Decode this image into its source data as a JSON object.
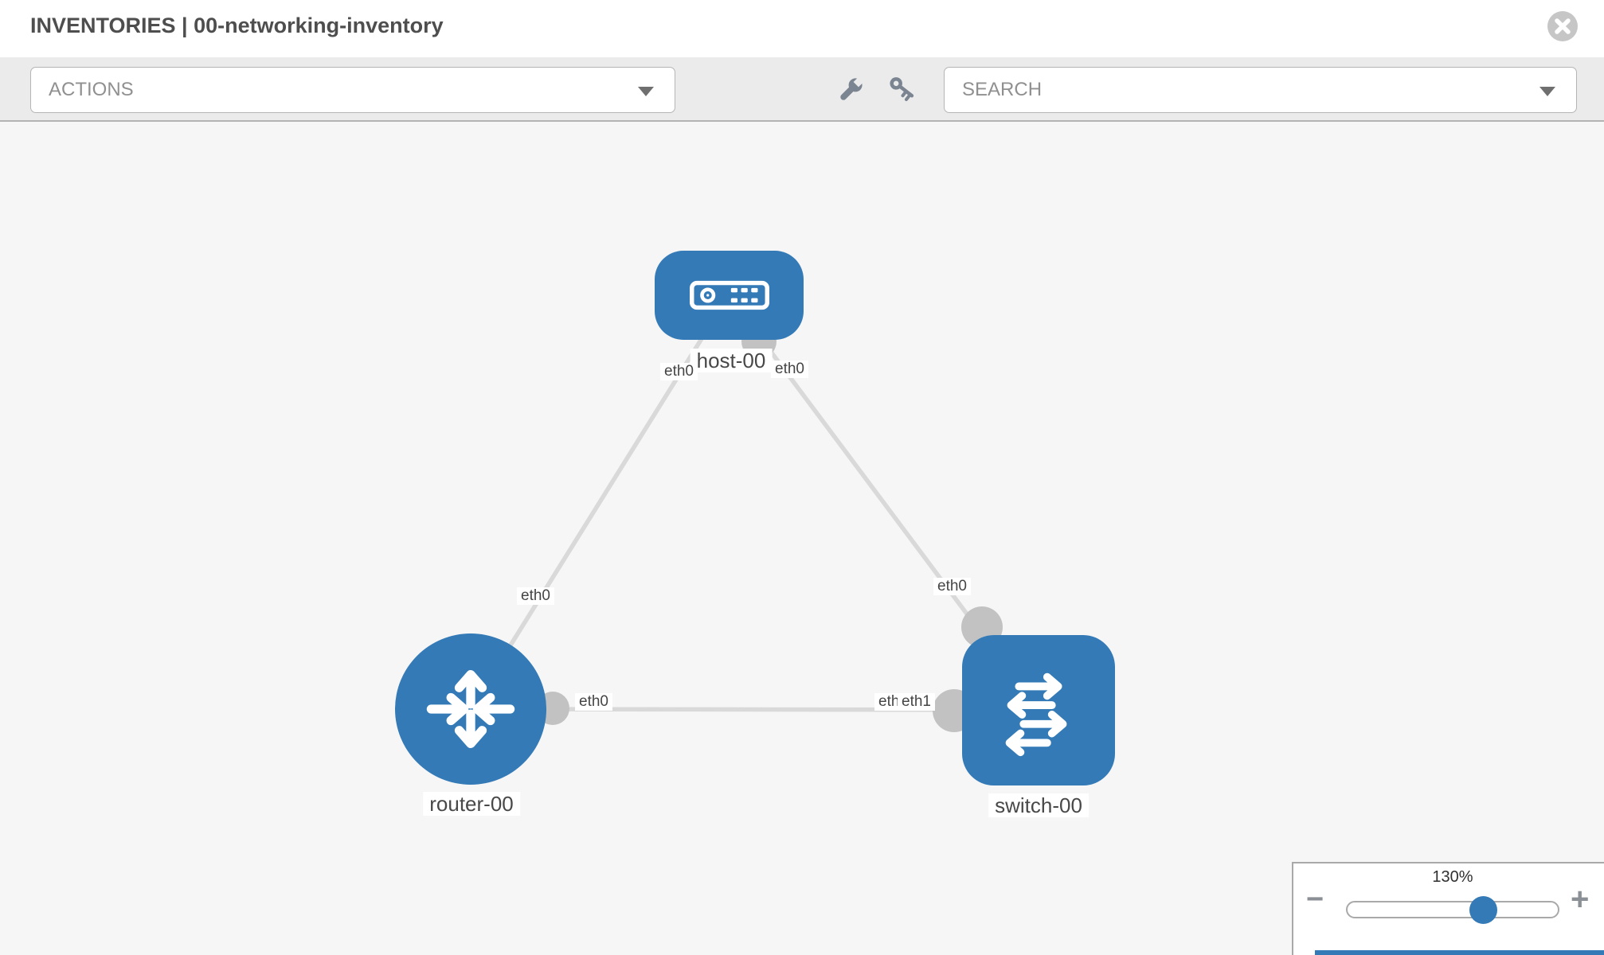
{
  "header": {
    "title": "INVENTORIES | 00-networking-inventory"
  },
  "toolbar": {
    "actions_placeholder": "ACTIONS",
    "search_placeholder": "SEARCH",
    "icons": [
      "wrench-icon",
      "key-icon"
    ]
  },
  "topology": {
    "nodes": [
      {
        "label": "host-00",
        "type": "host"
      },
      {
        "label": "router-00",
        "type": "router"
      },
      {
        "label": "switch-00",
        "type": "switch"
      }
    ],
    "links": [
      {
        "from": "host-00",
        "to": "router-00",
        "from_interface": "eth0",
        "to_interface": "eth0"
      },
      {
        "from": "host-00",
        "to": "switch-00",
        "from_interface": "eth0",
        "to_interface": "eth0"
      },
      {
        "from": "router-00",
        "to": "switch-00",
        "from_interface": "eth0",
        "to_interface": "eth1"
      }
    ],
    "interface_labels": [
      {
        "text": "eth0",
        "position": "host-left"
      },
      {
        "text": "eth0",
        "position": "host-right"
      },
      {
        "text": "eth0",
        "position": "router-top"
      },
      {
        "text": "eth0",
        "position": "switch-top"
      },
      {
        "text": "eth0",
        "position": "link-bottom-near-router"
      },
      {
        "text": "eth0",
        "position": "link-bottom-near-switch-under"
      },
      {
        "text": "eth1",
        "position": "link-bottom-near-switch-over"
      }
    ]
  },
  "zoom_control": {
    "level": "130%",
    "minus_label": "−",
    "plus_label": "+"
  },
  "colors": {
    "node_blue": "#337ab7",
    "link_gray": "#d9d9d9",
    "connector_gray": "#c2c2c2",
    "canvas_bg": "#f6f6f6",
    "toolbar_bg": "#ebebeb"
  }
}
